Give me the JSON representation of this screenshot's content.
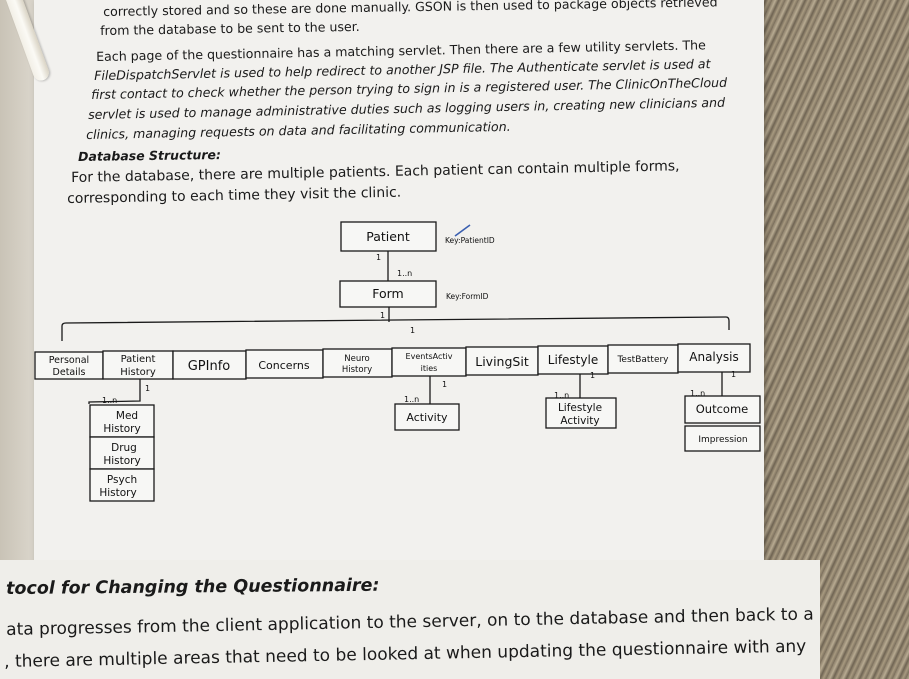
{
  "document": {
    "top_lines": [
      "correctly stored and so these are done manually. GSON is then used to package objects retrieved",
      "from the database to be sent to the user."
    ],
    "servlet_paragraph": [
      "Each page of the questionnaire has a matching servlet. Then there are a few utility servlets. The",
      "FileDispatchServlet is used to help redirect to another JSP file. The Authenticate servlet is used at",
      "first contact to check whether the person trying to sign in is a registered user. The ClinicOnTheCloud",
      "servlet is used to manage administrative duties such as logging users in, creating new clinicians and",
      "clinics, managing requests on data and facilitating communication."
    ],
    "db_heading": "Database Structure:",
    "db_paragraph": [
      "For the database, there are multiple patients. Each patient can contain multiple forms,",
      "corresponding to each time they visit the clinic."
    ],
    "section_heading": "tocol for Changing the Questionnaire:",
    "bottom_lines": [
      "ata progresses from the client application to the server, on to the database and then back to a",
      ", there are multiple areas that need to be looked at when updating the questionnaire with any"
    ]
  },
  "diagram": {
    "patient": "Patient",
    "patient_key": "Key:PatientID",
    "patient_form_mult_one": "1",
    "patient_form_mult_many": "1..n",
    "form": "Form",
    "form_key": "Key:FormID",
    "form_mult_one": "1",
    "bracket_mult_one": "1",
    "sections": [
      {
        "line1": "Personal",
        "line2": "Details"
      },
      {
        "line1": "Patient",
        "line2": "History"
      },
      {
        "line1": "GPInfo",
        "line2": ""
      },
      {
        "line1": "Concerns",
        "line2": ""
      },
      {
        "line1": "Neuro",
        "line2": "History"
      },
      {
        "line1": "EventsActiv",
        "line2": "ities"
      },
      {
        "line1": "LivingSit",
        "line2": ""
      },
      {
        "line1": "Lifestyle",
        "line2": ""
      },
      {
        "line1": "TestBattery",
        "line2": ""
      },
      {
        "line1": "Analysis",
        "line2": ""
      }
    ],
    "history_mult_one": "1",
    "history_mult_many": "1..n",
    "history_children": [
      {
        "line1": "Med",
        "line2": "History"
      },
      {
        "line1": "Drug",
        "line2": "History"
      },
      {
        "line1": "Psych",
        "line2": "History"
      }
    ],
    "events_mult_one": "1",
    "events_mult_many": "1..n",
    "activity": "Activity",
    "lifestyle_mult_one": "1",
    "lifestyle_mult_many": "1..n",
    "lifestyle_activity": {
      "line1": "Lifestyle",
      "line2": "Activity"
    },
    "analysis_mult_one": "1",
    "analysis_mult_many": "1..n",
    "outcome": "Outcome",
    "impression": "Impression"
  },
  "colors": {
    "paper": "#f2f1ee",
    "ink": "#1a1a1a",
    "pen_mark": "#3a5fb0"
  }
}
